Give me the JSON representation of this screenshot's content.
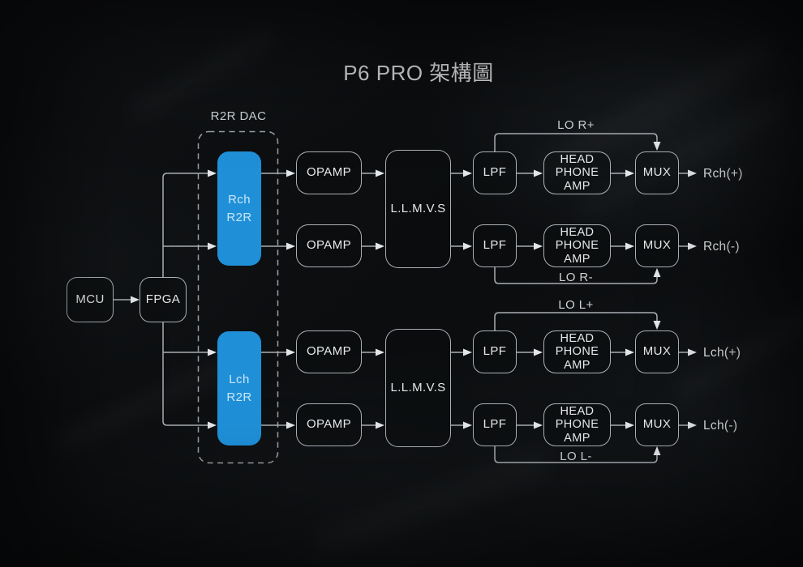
{
  "title": "P6 PRO 架構圖",
  "colors": {
    "accent_blue": "#1f90d8",
    "line_gray": "#a9aeb3",
    "text_light": "#e6e8ea",
    "background": "#0b0d0f"
  },
  "diagram": {
    "group_label": "R2R DAC",
    "mcu_label": "MCU",
    "fpga_label": "FPGA",
    "rch_dac_label": "Rch\nR2R",
    "lch_dac_label": "Lch\nR2R",
    "llmvs_right_label": "L.L.M.V.S",
    "llmvs_left_label": "L.L.M.V.S",
    "rows": [
      {
        "opamp": "OPAMP",
        "lpf": "LPF",
        "headphone_amp": "HEAD\nPHONE\nAMP",
        "mux": "MUX",
        "output": "Rch(+)",
        "bypass": "LO R+"
      },
      {
        "opamp": "OPAMP",
        "lpf": "LPF",
        "headphone_amp": "HEAD\nPHONE\nAMP",
        "mux": "MUX",
        "output": "Rch(-)",
        "bypass": "LO R-"
      },
      {
        "opamp": "OPAMP",
        "lpf": "LPF",
        "headphone_amp": "HEAD\nPHONE\nAMP",
        "mux": "MUX",
        "output": "Lch(+)",
        "bypass": "LO L+"
      },
      {
        "opamp": "OPAMP",
        "lpf": "LPF",
        "headphone_amp": "HEAD\nPHONE\nAMP",
        "mux": "MUX",
        "output": "Lch(-)",
        "bypass": "LO L-"
      }
    ]
  }
}
